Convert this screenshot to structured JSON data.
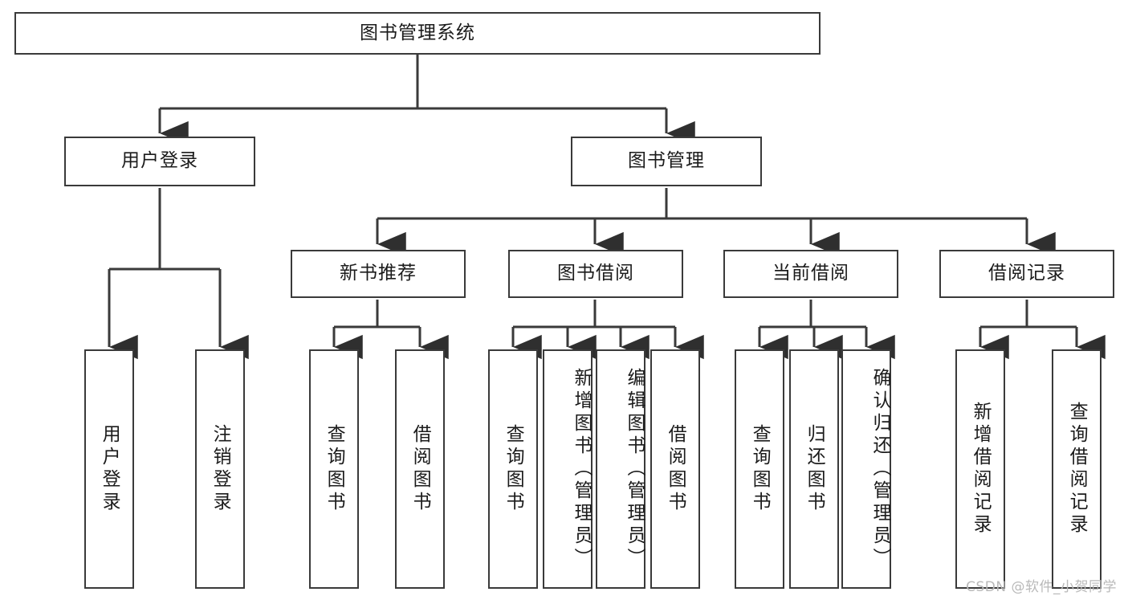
{
  "diagram": {
    "type": "tree",
    "title": "图书管理系统",
    "orientation": "top-down",
    "colors": {
      "box_border": "#3a3a3a",
      "box_fill": "#ffffff",
      "edge": "#3a3a3a",
      "text": "#1b1b1b",
      "watermark": "#b9b9b9"
    }
  },
  "root": {
    "label": "图书管理系统"
  },
  "level2": [
    {
      "id": "user-login",
      "label": "用户登录"
    },
    {
      "id": "book-manage",
      "label": "图书管理"
    }
  ],
  "level3": [
    {
      "id": "new-book-recommend",
      "label": "新书推荐"
    },
    {
      "id": "book-borrow",
      "label": "图书借阅"
    },
    {
      "id": "current-borrow",
      "label": "当前借阅"
    },
    {
      "id": "borrow-record",
      "label": "借阅记录"
    }
  ],
  "leaves": {
    "user_login": [
      {
        "id": "leaf-user-login",
        "label": "用户登录"
      },
      {
        "id": "leaf-logout-login",
        "label": "注销登录"
      }
    ],
    "new_book_recommend": [
      {
        "id": "leaf-query-book-1",
        "label": "查询图书"
      },
      {
        "id": "leaf-borrow-book-1",
        "label": "借阅图书"
      }
    ],
    "book_borrow": [
      {
        "id": "leaf-query-book-2",
        "label": "查询图书"
      },
      {
        "id": "leaf-add-book",
        "label": "新增图书（管理员）"
      },
      {
        "id": "leaf-edit-book",
        "label": "编辑图书（管理员）"
      },
      {
        "id": "leaf-borrow-book-2",
        "label": "借阅图书"
      }
    ],
    "current_borrow": [
      {
        "id": "leaf-query-book-3",
        "label": "查询图书"
      },
      {
        "id": "leaf-return-book",
        "label": "归还图书"
      },
      {
        "id": "leaf-confirm-return",
        "label": "确认归还（管理员）"
      }
    ],
    "borrow_record": [
      {
        "id": "leaf-add-record",
        "label": "新增借阅记录"
      },
      {
        "id": "leaf-query-record",
        "label": "查询借阅记录"
      }
    ]
  },
  "watermark": {
    "text": "CSDN @软件_小贺同学"
  }
}
